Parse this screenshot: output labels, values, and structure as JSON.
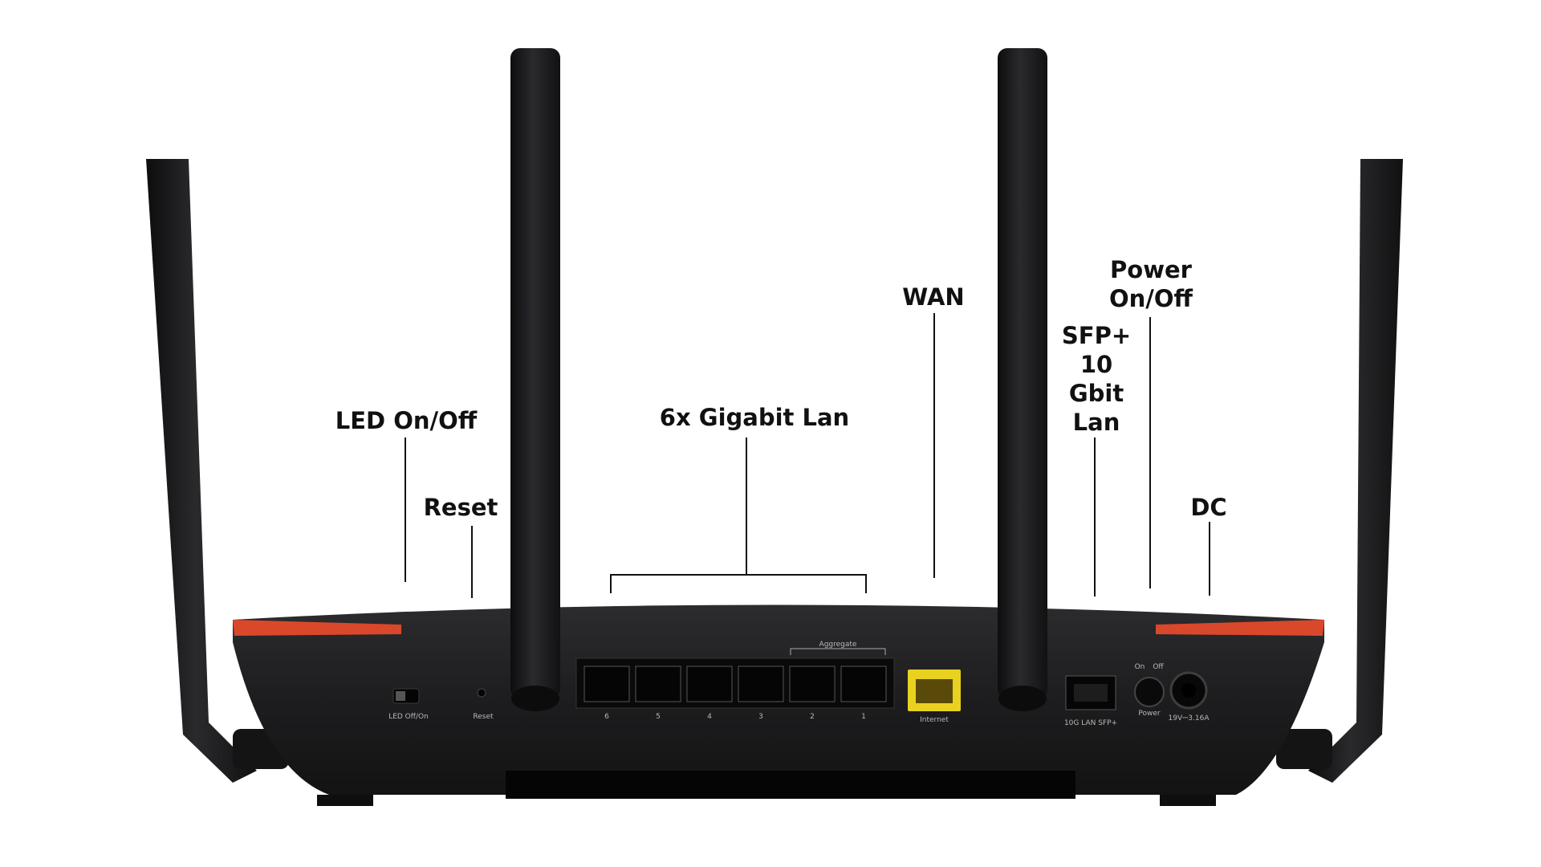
{
  "callouts": {
    "led": "LED On/Off",
    "reset": "Reset",
    "lan": "6x Gigabit Lan",
    "wan": "WAN",
    "power_line1": "Power",
    "power_line2": "On/Off",
    "sfp_line1": "SFP+",
    "sfp_line2": "10",
    "sfp_line3": "Gbit",
    "sfp_line4": "Lan",
    "dc": "DC"
  },
  "panel": {
    "led_switch": "LED Off/On",
    "reset": "Reset",
    "aggregate": "Aggregate",
    "ports": [
      "6",
      "5",
      "4",
      "3",
      "2",
      "1"
    ],
    "internet": "Internet",
    "sfp": "10G LAN SFP+",
    "on": "On",
    "off": "Off",
    "power": "Power",
    "dc_rating": "19V⎓3.16A"
  },
  "colors": {
    "body": "#1b1b1d",
    "accent": "#d9482b",
    "wan_port": "#e8d21f"
  }
}
